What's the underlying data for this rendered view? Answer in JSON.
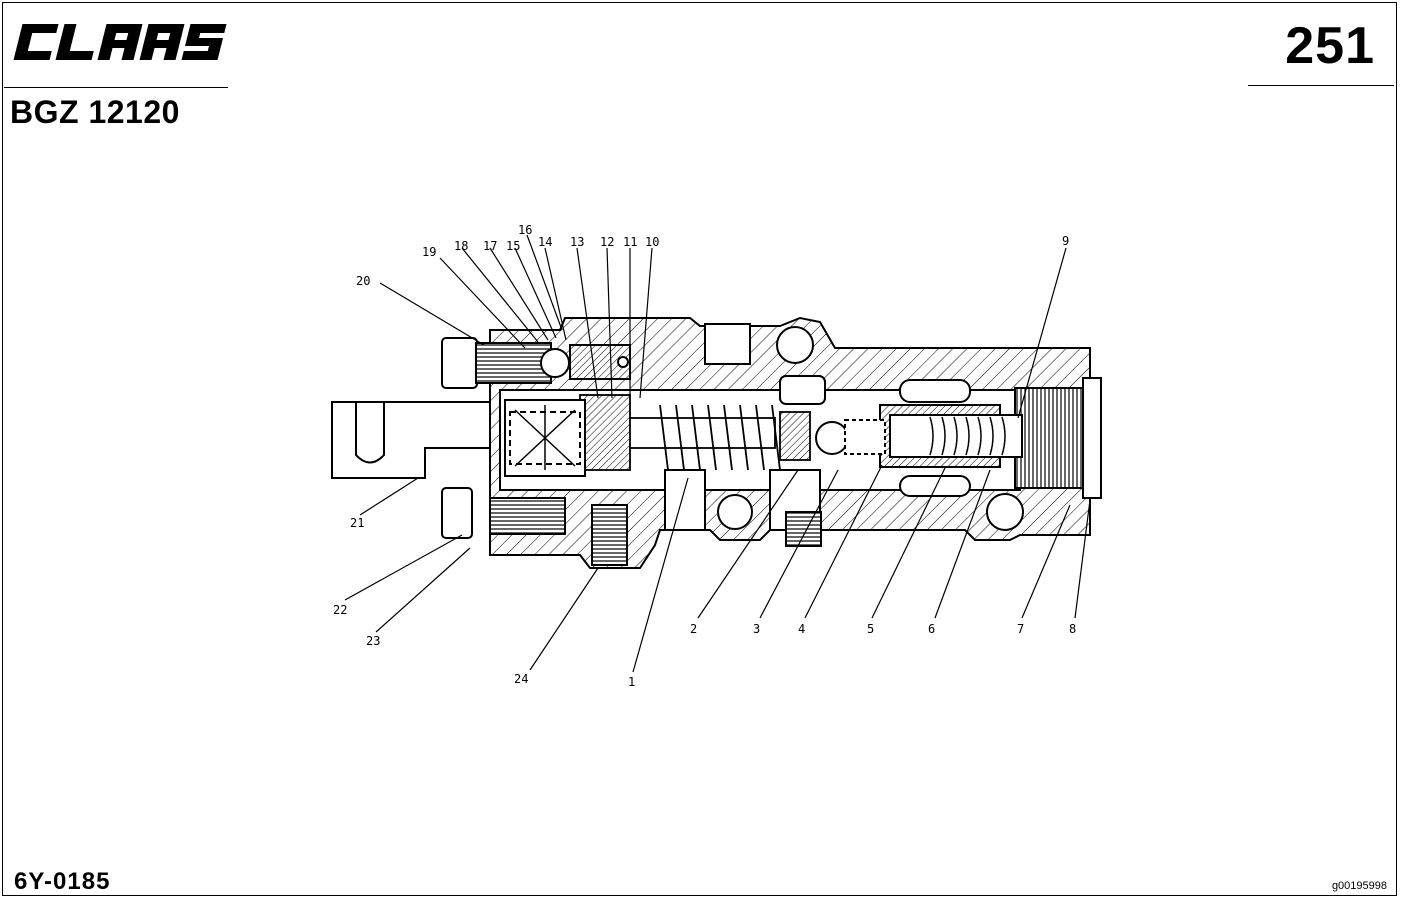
{
  "header": {
    "brand": "CLAAS",
    "doc_code": "BGZ 12120",
    "page_number": "251"
  },
  "footer": {
    "code": "6Y-0185",
    "reference": "g00195998"
  },
  "diagram": {
    "callouts": [
      "1",
      "2",
      "3",
      "4",
      "5",
      "6",
      "7",
      "8",
      "9",
      "10",
      "11",
      "12",
      "13",
      "14",
      "15",
      "16",
      "17",
      "18",
      "19",
      "20",
      "21",
      "22",
      "23",
      "24"
    ]
  }
}
